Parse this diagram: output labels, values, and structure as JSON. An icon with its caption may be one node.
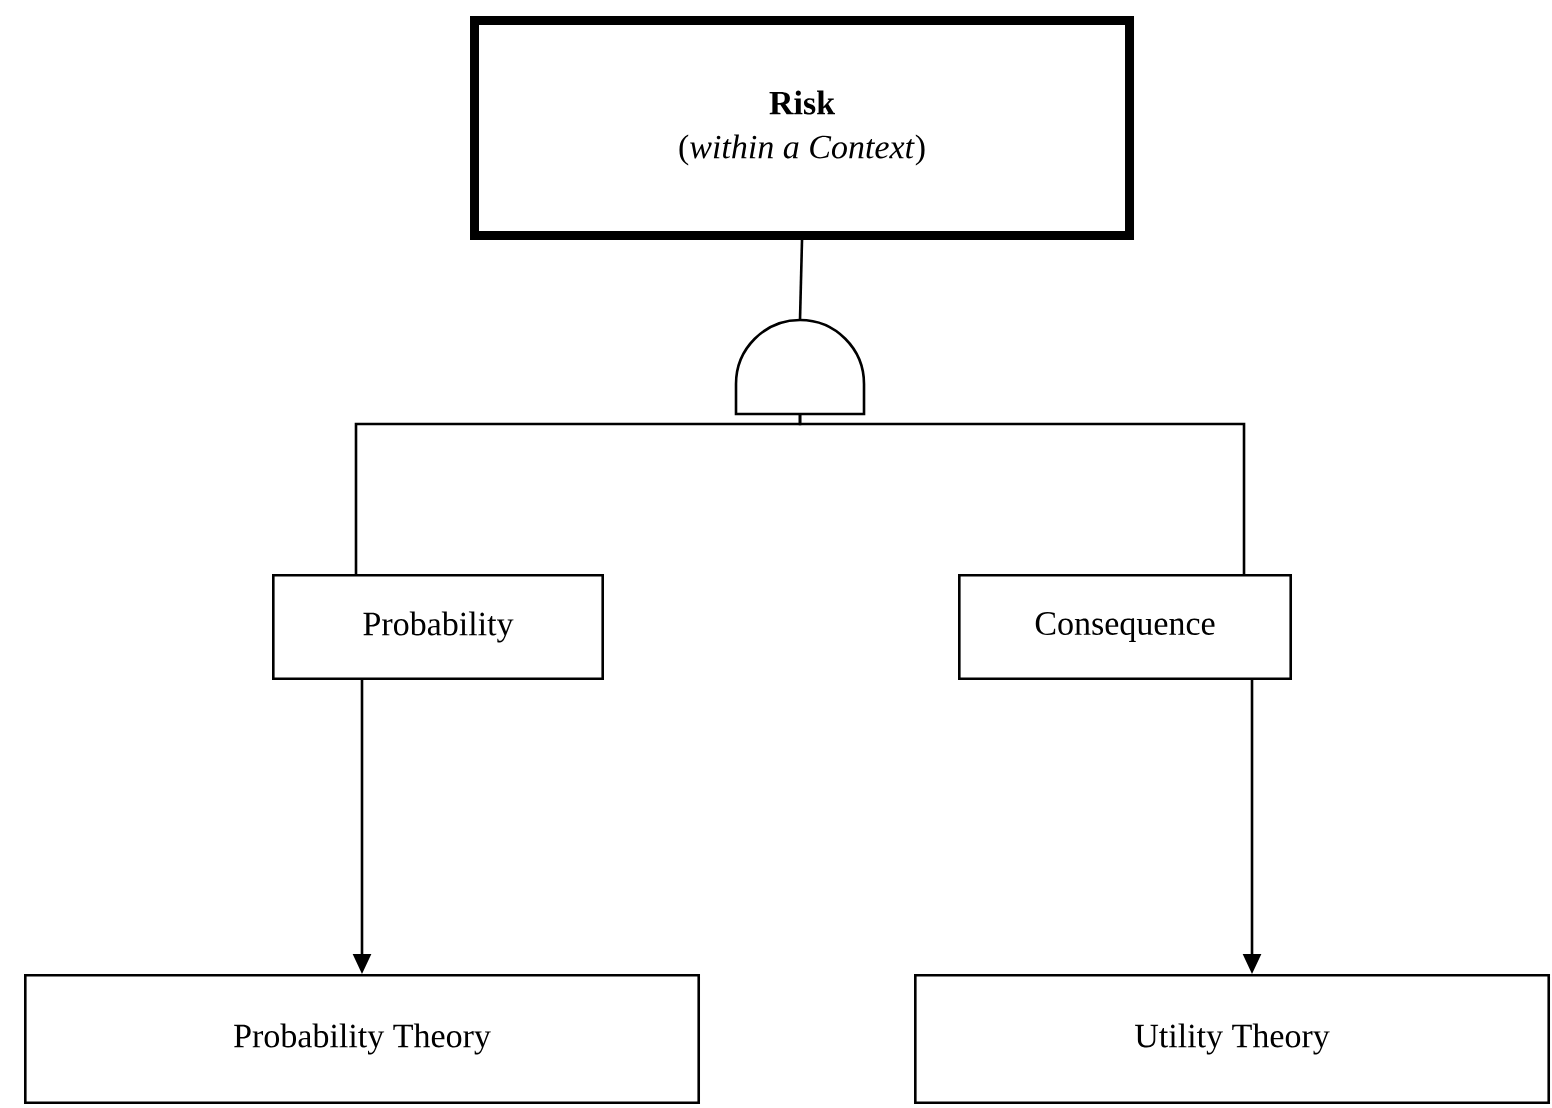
{
  "diagram": {
    "nodes": [
      {
        "text": [
          "Risk",
          "(*within a Context*)"
        ]
      },
      {
        "text": [],
        "shape": "gate"
      },
      {
        "text": [
          "Probability"
        ]
      },
      {
        "text": [
          "Consequence"
        ]
      },
      {
        "text": [
          "Probability Theory"
        ]
      },
      {
        "text": [
          "Utility Theory"
        ]
      }
    ],
    "edges": [
      {
        "from": 0,
        "to": 1,
        "arrow": "none"
      },
      {
        "from": 1,
        "to": 2,
        "arrow": "none"
      },
      {
        "from": 1,
        "to": 3,
        "arrow": "none"
      },
      {
        "from": 2,
        "to": 4,
        "arrow": "to"
      },
      {
        "from": 3,
        "to": 5,
        "arrow": "to"
      }
    ]
  }
}
